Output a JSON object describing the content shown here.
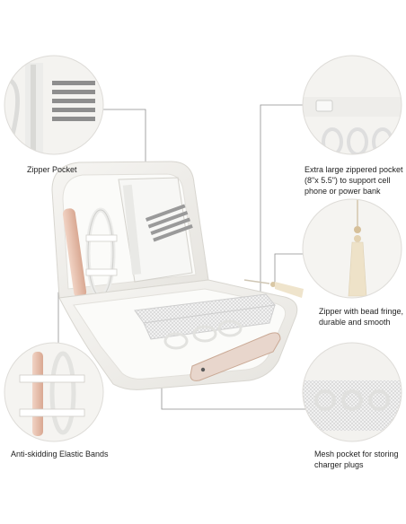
{
  "captions": {
    "zipper_pocket": [
      "Zipper Pocket"
    ],
    "elastic_bands": [
      "Anti-skidding Elastic Bands"
    ],
    "large_pocket": [
      "Extra large zippered pocket",
      "(8\"x 5.5\") to support cell",
      "phone or power bank"
    ],
    "bead_fringe": [
      "Zipper with bead fringe,",
      "durable and smooth"
    ],
    "mesh_pocket": [
      "Mesh pocket for storing",
      "charger plugs"
    ]
  },
  "colors": {
    "case_shell": "#f2f1ee",
    "lining": "#fbfbf9",
    "mesh": "#dcdcdc",
    "rose_gold": "#e8c2b0",
    "line": "#9a9a9a",
    "tassel": "#eee2c8"
  }
}
